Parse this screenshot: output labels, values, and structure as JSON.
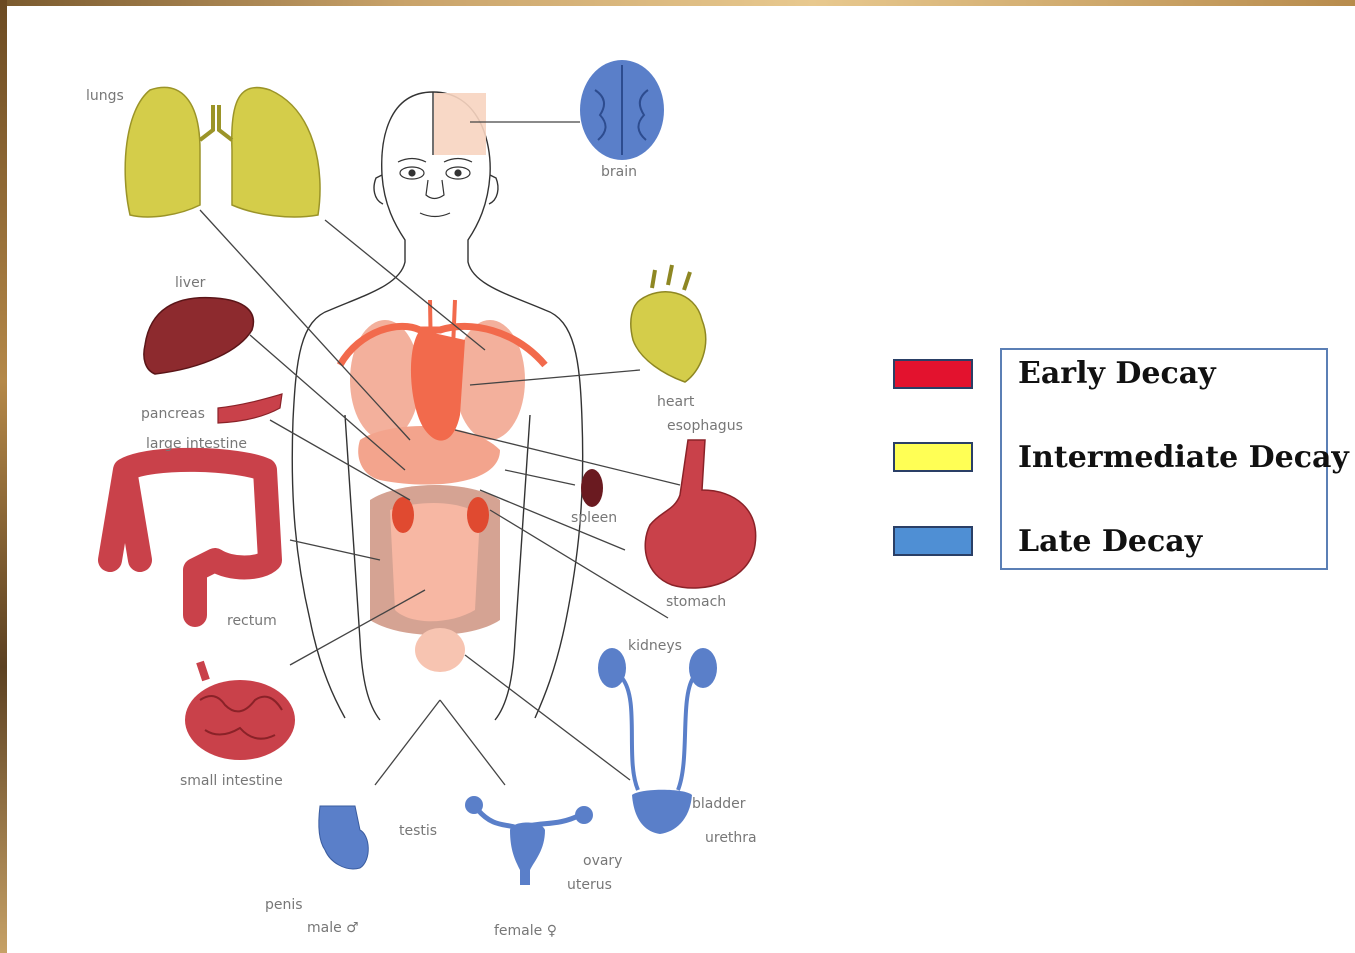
{
  "labels": {
    "lungs": "lungs",
    "brain": "brain",
    "liver": "liver",
    "heart": "heart",
    "pancreas": "pancreas",
    "esophagus": "esophagus",
    "large_intestine": "large intestine",
    "spleen": "spleen",
    "stomach": "stomach",
    "rectum": "rectum",
    "kidneys": "kidneys",
    "small_intestine": "small intestine",
    "bladder": "bladder",
    "urethra": "urethra",
    "testis": "testis",
    "ovary": "ovary",
    "uterus": "uterus",
    "penis": "penis",
    "male": "male ♂",
    "female": "female ♀"
  },
  "legend": {
    "items": [
      {
        "label": "Early Decay",
        "color": "#e3122e"
      },
      {
        "label": "Intermediate Decay",
        "color": "#ffff55"
      },
      {
        "label": "Late Decay",
        "color": "#4f8fd4"
      }
    ]
  },
  "colors": {
    "early": "#c9414a",
    "intermediate": "#d4cd4a",
    "late": "#5a7fc9",
    "body_organs": "#f3a48d"
  }
}
